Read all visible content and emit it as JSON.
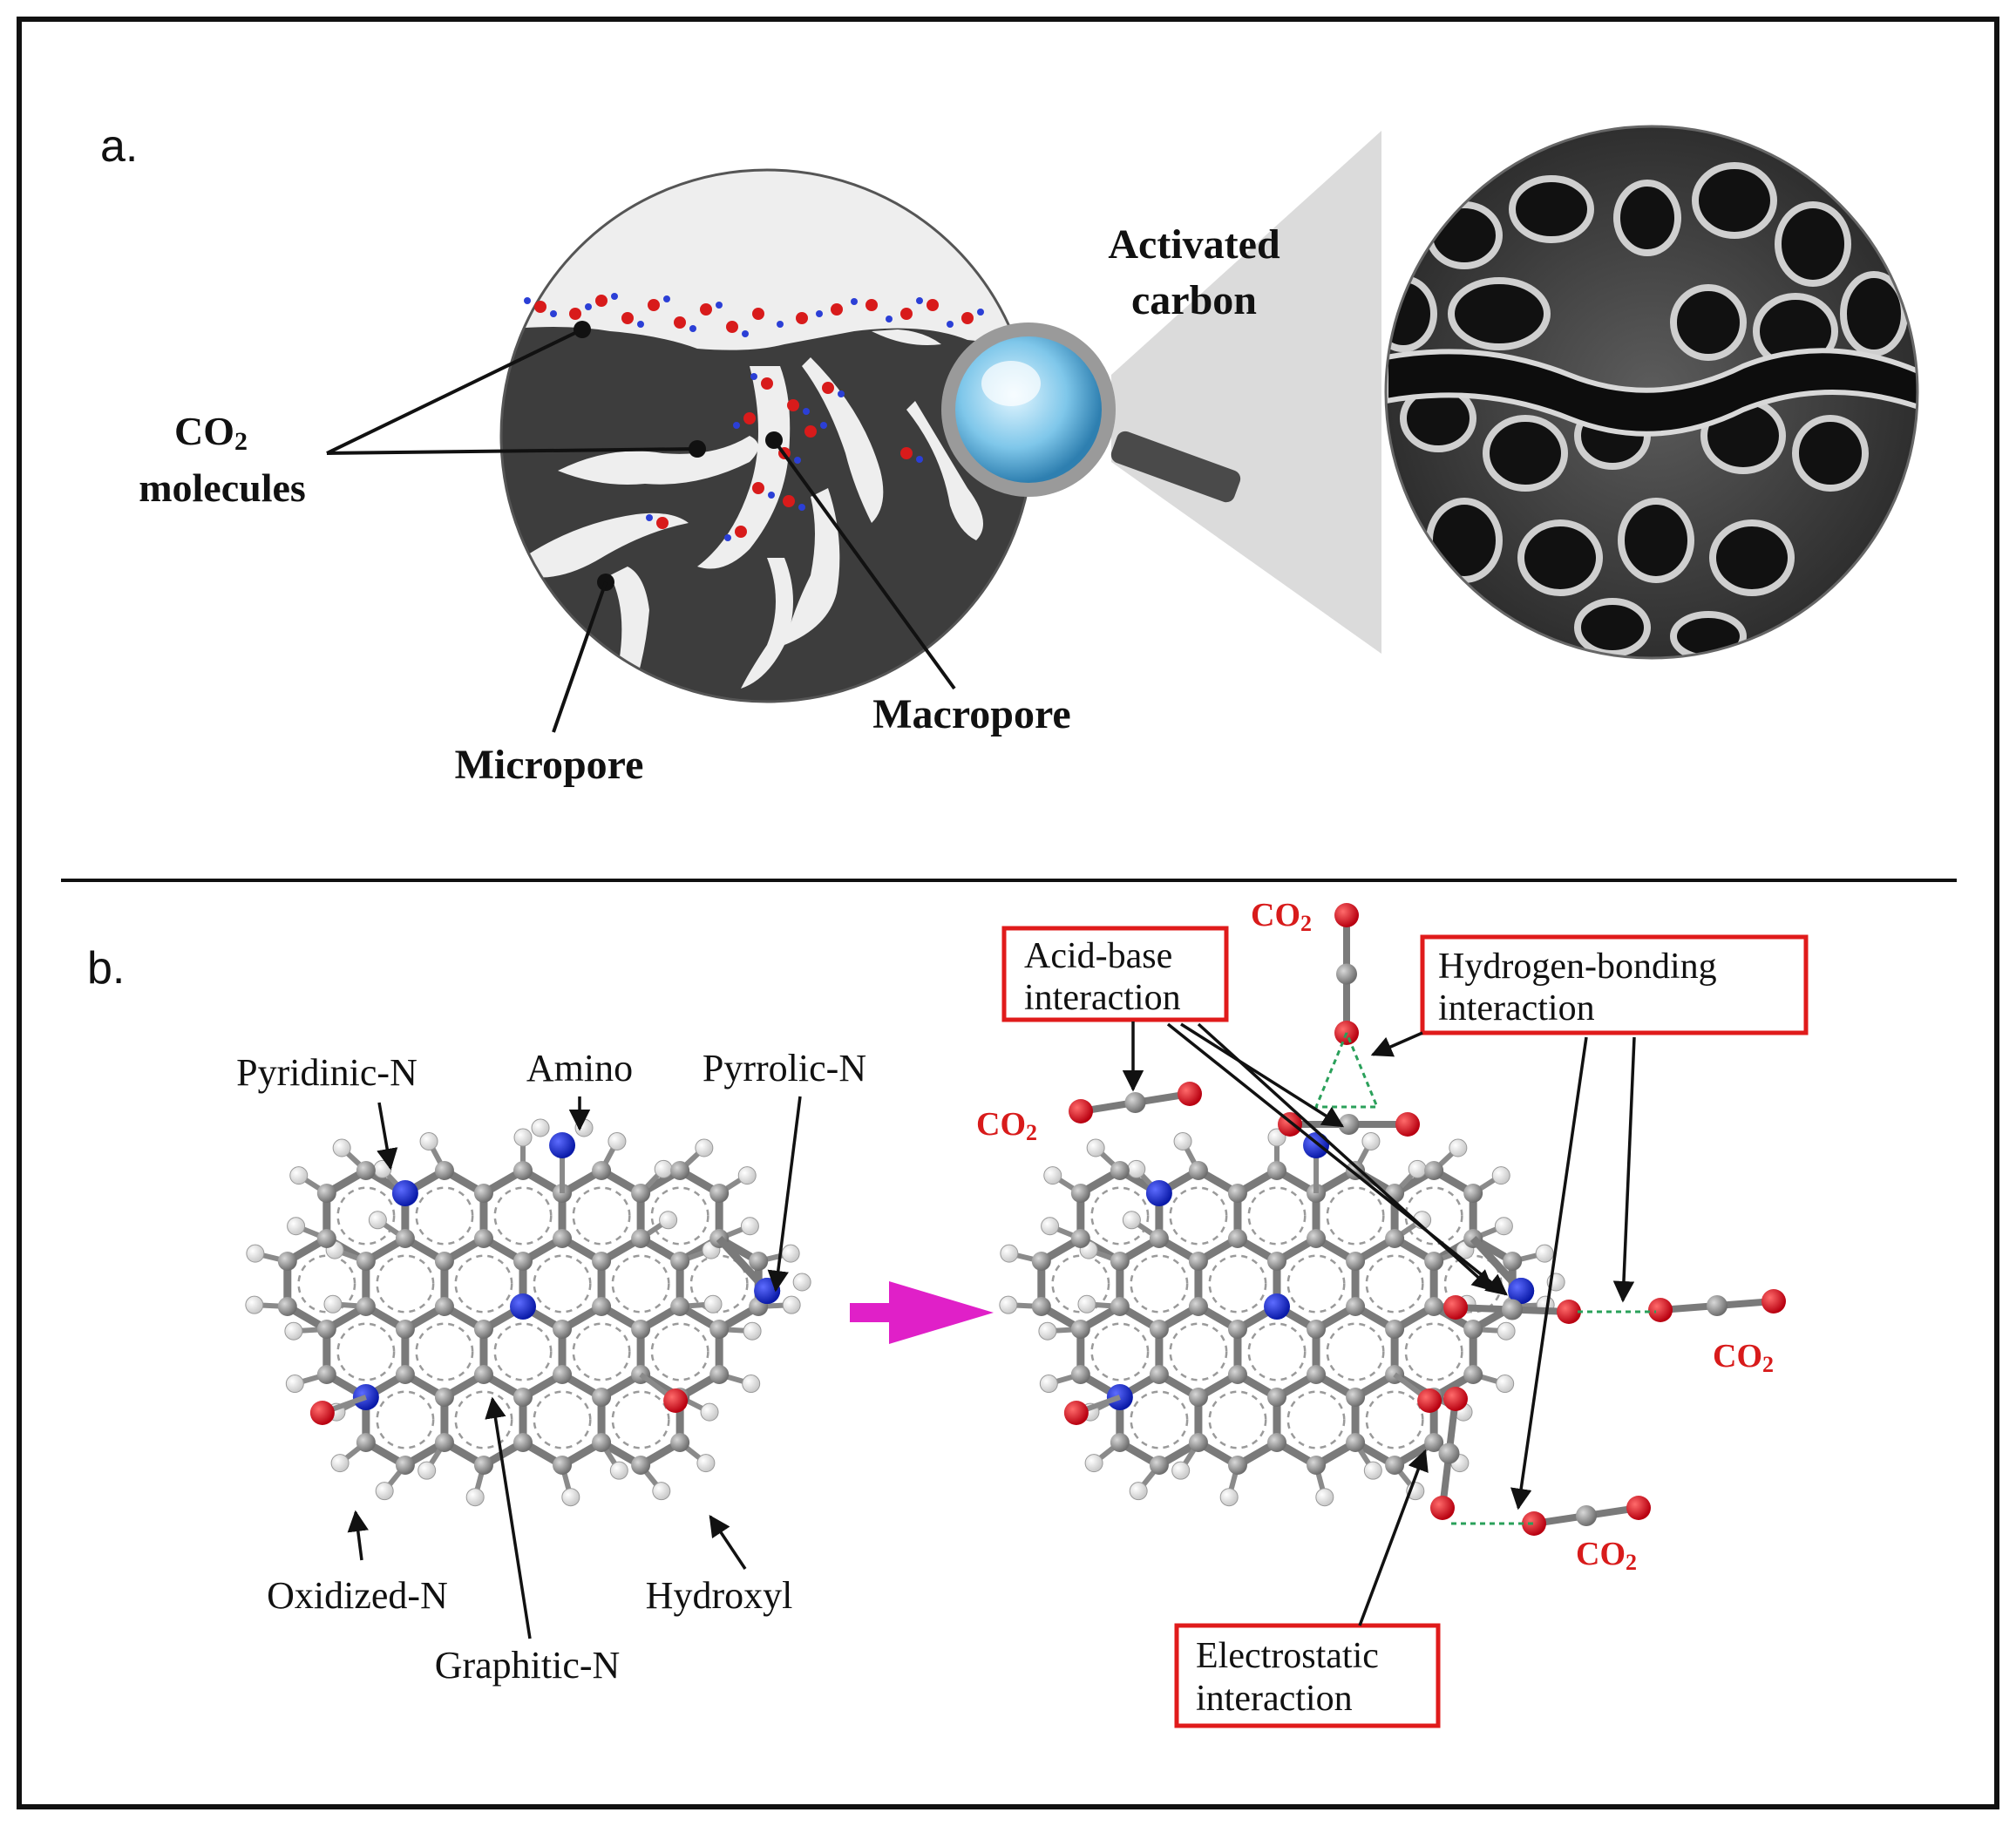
{
  "panel_a": {
    "label": "a.",
    "labels": {
      "activated_1": "Activated",
      "activated_2": "carbon",
      "co2_1": "CO",
      "co2_sub": "2",
      "co2_2": "molecules",
      "macropore": "Macropore",
      "micropore": "Micropore"
    }
  },
  "panel_b": {
    "label": "b.",
    "labels": {
      "pyridinic": "Pyridinic-N",
      "amino": "Amino",
      "pyrrolic": "Pyrrolic-N",
      "oxidized": "Oxidized-N",
      "graphitic": "Graphitic-N",
      "hydroxyl": "Hydroxyl"
    },
    "interactions": {
      "acid_base_1": "Acid-base",
      "acid_base_2": "interaction",
      "hbond_1": "Hydrogen-bonding",
      "hbond_2": "interaction",
      "electrostatic_1": "Electrostatic",
      "electrostatic_2": "interaction"
    },
    "co2": {
      "main": "CO",
      "sub": "2"
    }
  },
  "colors": {
    "carbon": "#7f7f7f",
    "nitrogen": "#1f33c8",
    "oxygen": "#d0101c",
    "hydrogen": "#f2f2f2",
    "arrow": "#e020c8",
    "box": "#e01b1b",
    "dark_pore": "#3a3a3a"
  }
}
